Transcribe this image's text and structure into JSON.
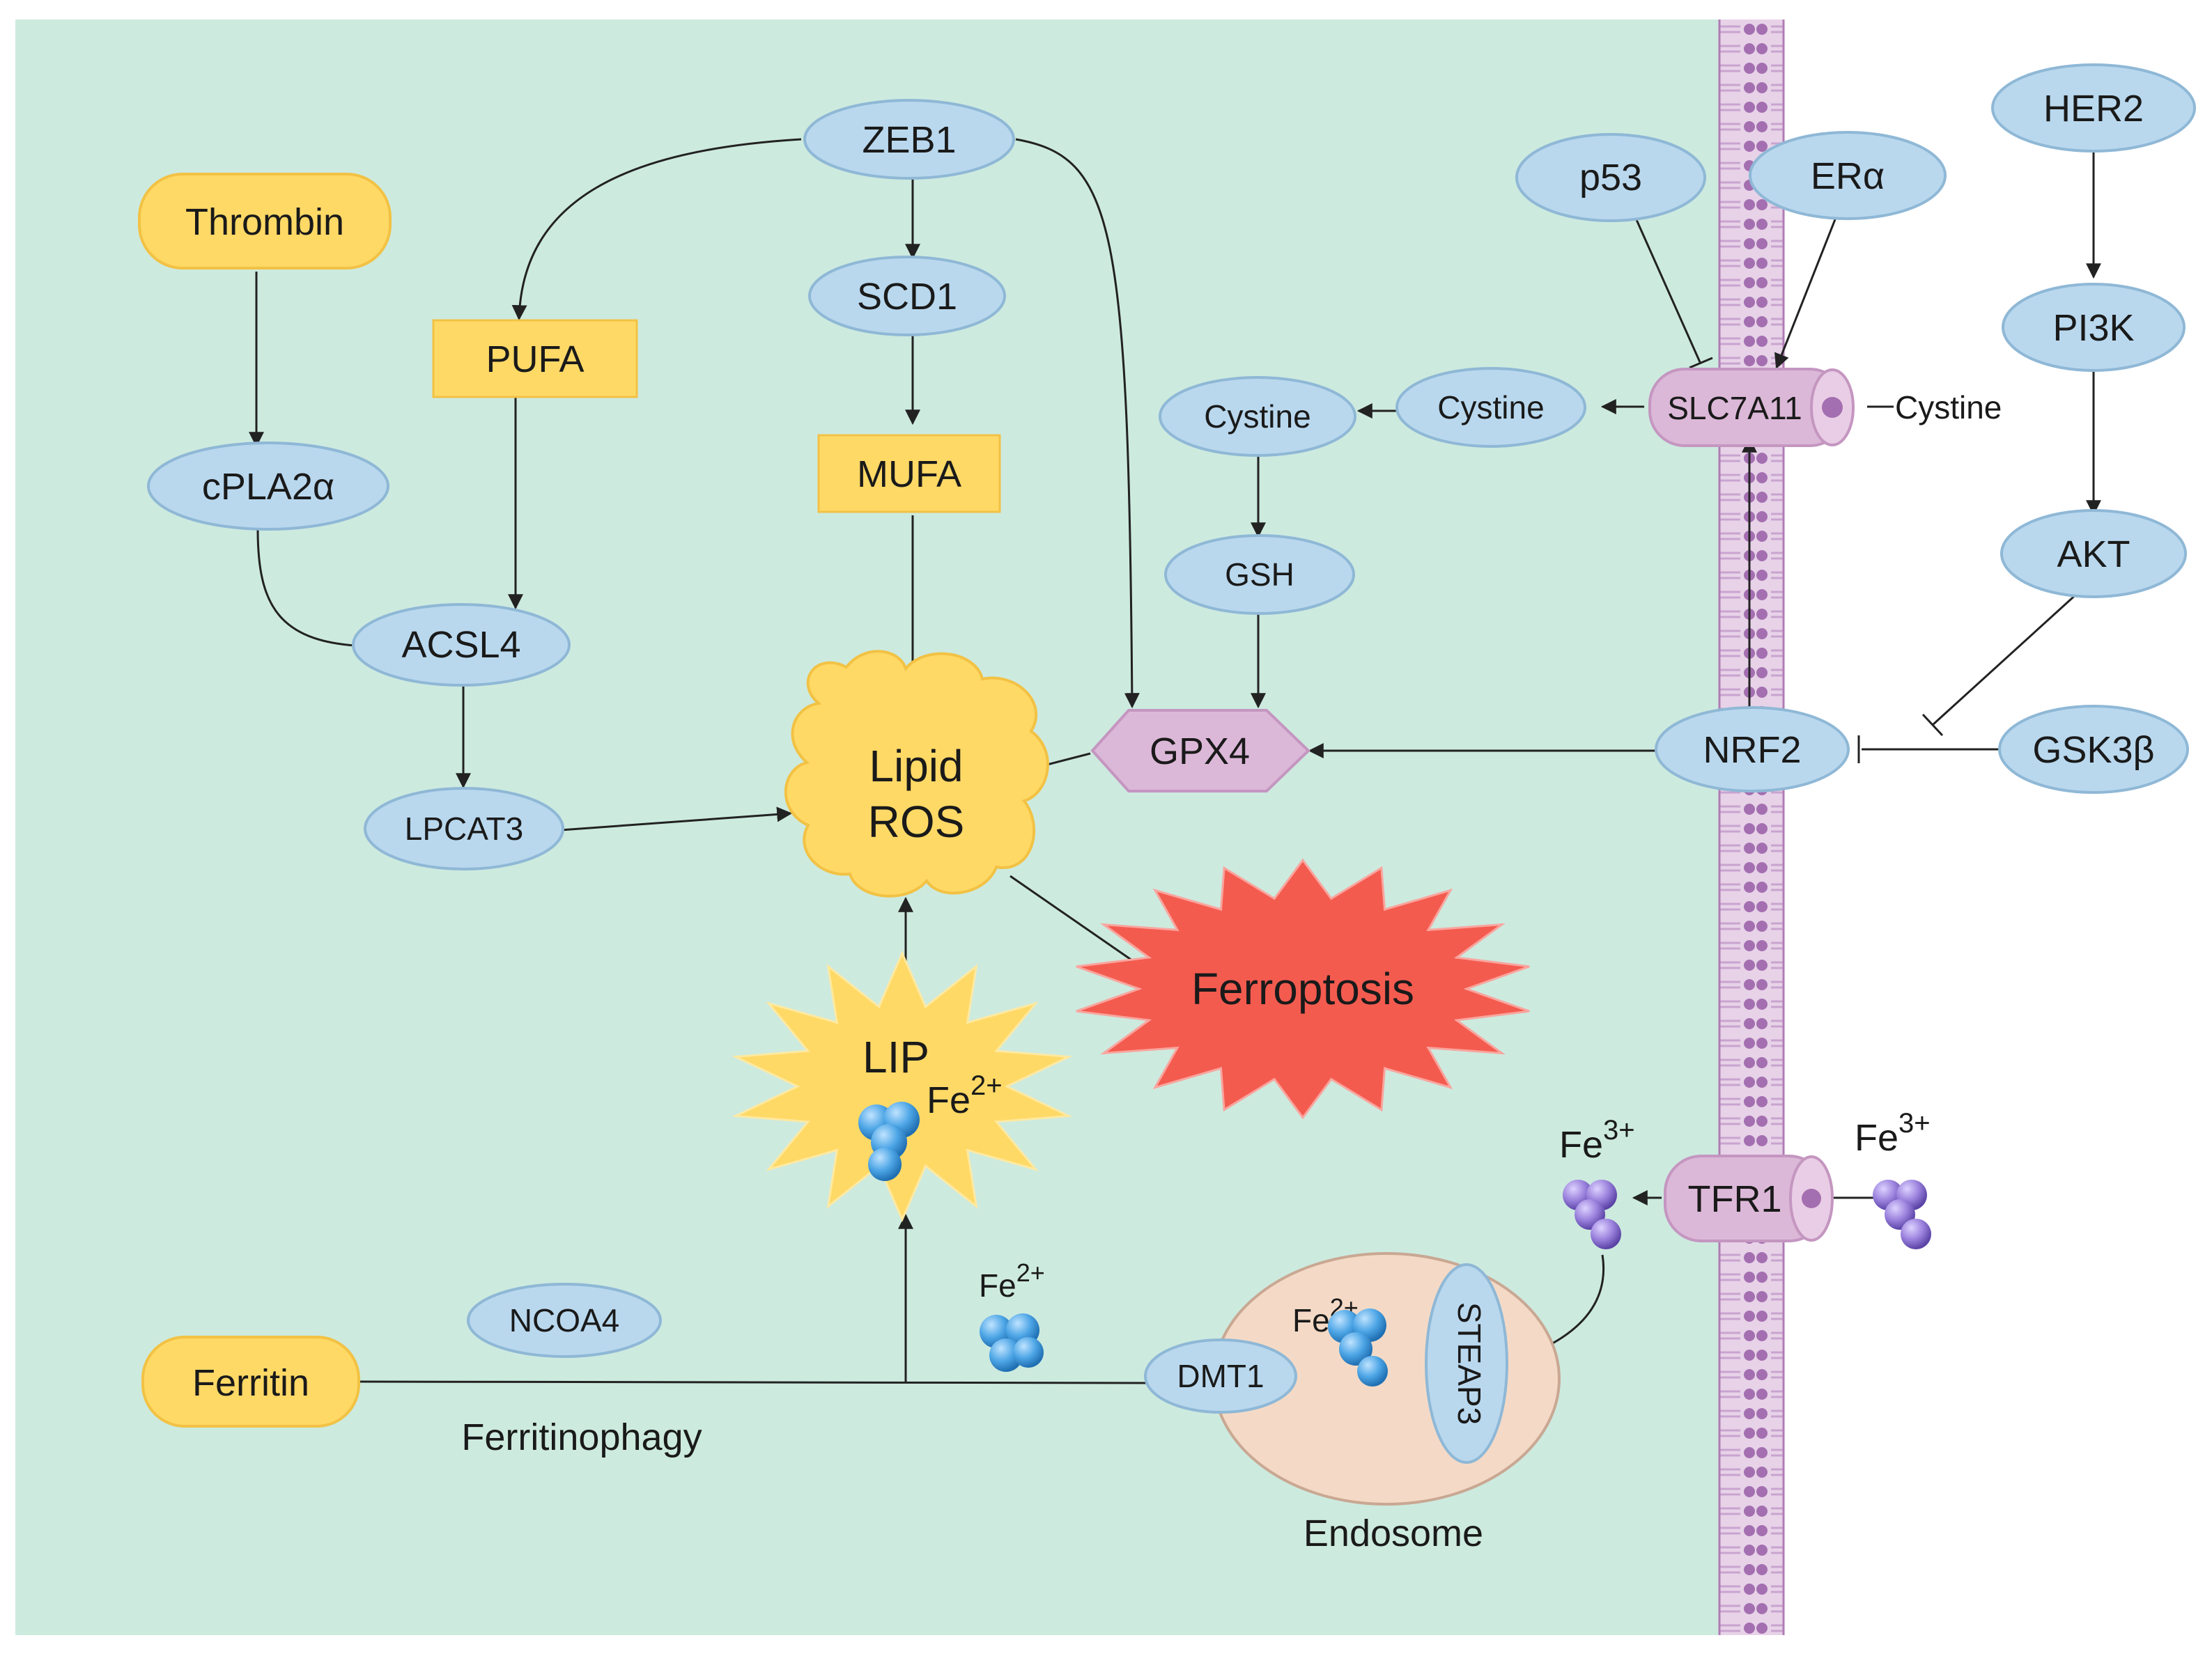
{
  "nodes": {
    "zeb1": "ZEB1",
    "scd1": "SCD1",
    "mufa": "MUFA",
    "pufa": "PUFA",
    "thrombin": "Thrombin",
    "cpla2a": "cPLA2α",
    "acsl4": "ACSL4",
    "lpcat3": "LPCAT3",
    "lipid_ros_1": "Lipid",
    "lipid_ros_2": "ROS",
    "ferroptosis": "Ferroptosis",
    "lip": "LIP",
    "gpx4": "GPX4",
    "gsh": "GSH",
    "cystine_inner": "Cystine",
    "cystine_mid": "Cystine",
    "slc7a11": "SLC7A11",
    "cystine_outer": "Cystine",
    "p53": "p53",
    "era": "ERα",
    "her2": "HER2",
    "pi3k": "PI3K",
    "akt": "AKT",
    "nrf2": "NRF2",
    "gsk3b": "GSK3β",
    "tfr1": "TFR1",
    "ncoa4": "NCOA4",
    "ferritin": "Ferritin",
    "ferritinophagy": "Ferritinophagy",
    "dmt1": "DMT1",
    "steap3": "STEAP3",
    "endosome": "Endosome"
  },
  "ions": {
    "fe2_lip": {
      "base": "Fe",
      "charge": "2+"
    },
    "fe2_free": {
      "base": "Fe",
      "charge": "2+"
    },
    "fe2_endo": {
      "base": "Fe",
      "charge": "2+"
    },
    "fe3_in": {
      "base": "Fe",
      "charge": "3+"
    },
    "fe3_out": {
      "base": "Fe",
      "charge": "3+"
    }
  },
  "colors": {
    "cytoplasm": "#cdeadf",
    "protein_fill": "#b9d8ee",
    "protein_stroke": "#8fb8d6",
    "lipid_fill": "#ffd966",
    "lipid_stroke": "#f2c244",
    "transporter_fill": "#dcb8d8",
    "membrane": "#b07cb5",
    "ferroptosis_fill": "#f45b4f",
    "endosome_fill": "#f4dac6",
    "iron_blue": "#4ea6e6",
    "iron_purple": "#9b82dd"
  }
}
